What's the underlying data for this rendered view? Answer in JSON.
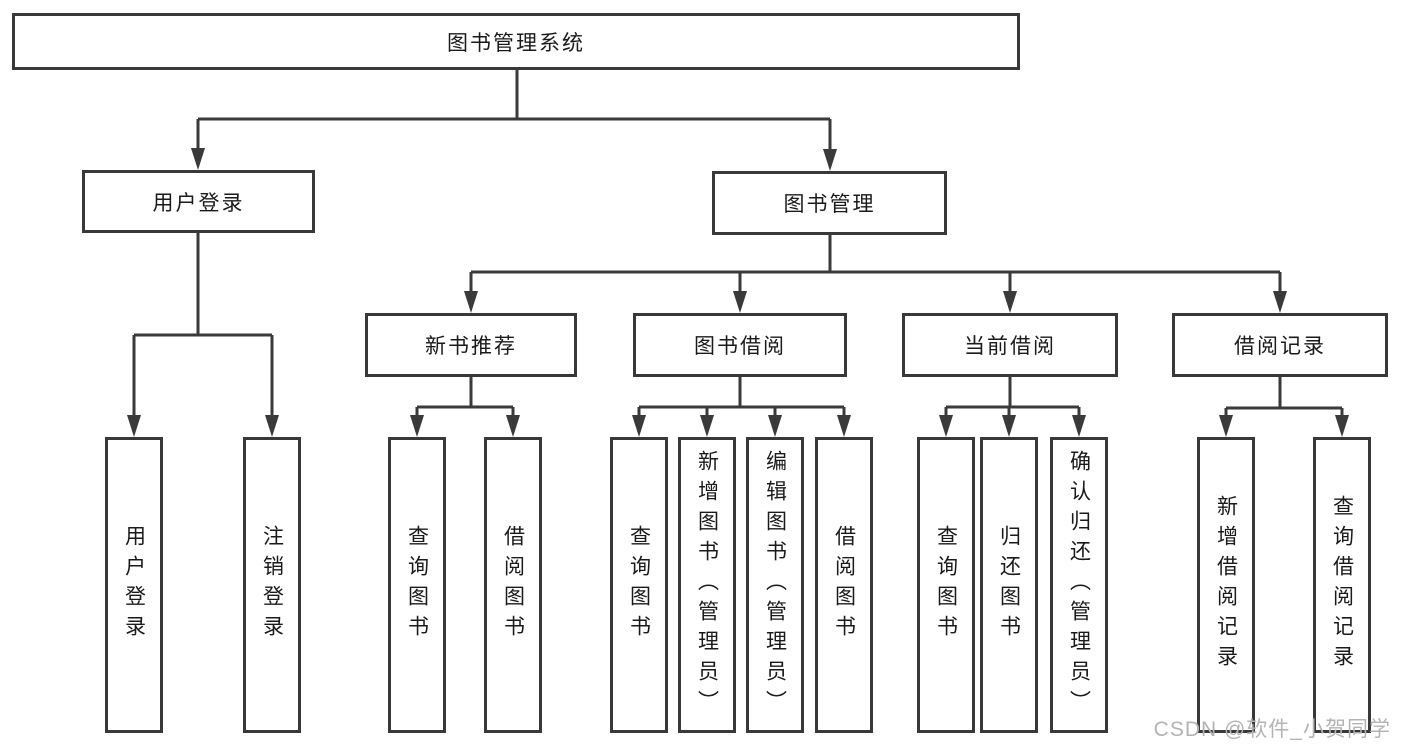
{
  "root": {
    "label": "图书管理系统"
  },
  "branches": [
    {
      "label": "用户登录",
      "children": [
        {
          "label": "用户登录"
        },
        {
          "label": "注销登录"
        }
      ]
    },
    {
      "label": "图书管理",
      "children": [
        {
          "label": "新书推荐",
          "children": [
            {
              "label": "查询图书"
            },
            {
              "label": "借阅图书"
            }
          ]
        },
        {
          "label": "图书借阅",
          "children": [
            {
              "label": "查询图书"
            },
            {
              "label": "新增图书（管理员）"
            },
            {
              "label": "编辑图书（管理员）"
            },
            {
              "label": "借阅图书"
            }
          ]
        },
        {
          "label": "当前借阅",
          "children": [
            {
              "label": "查询图书"
            },
            {
              "label": "归还图书"
            },
            {
              "label": "确认归还（管理员）"
            }
          ]
        },
        {
          "label": "借阅记录",
          "children": [
            {
              "label": "新增借阅记录"
            },
            {
              "label": "查询借阅记录"
            }
          ]
        }
      ]
    }
  ],
  "watermark": {
    "text": "CSDN @软件_小贺同学"
  },
  "colors": {
    "line": "#3a3a3a",
    "box_border": "#383838",
    "text": "#1a1a1a",
    "watermark": "#b3b3b3",
    "background": "#ffffff"
  }
}
